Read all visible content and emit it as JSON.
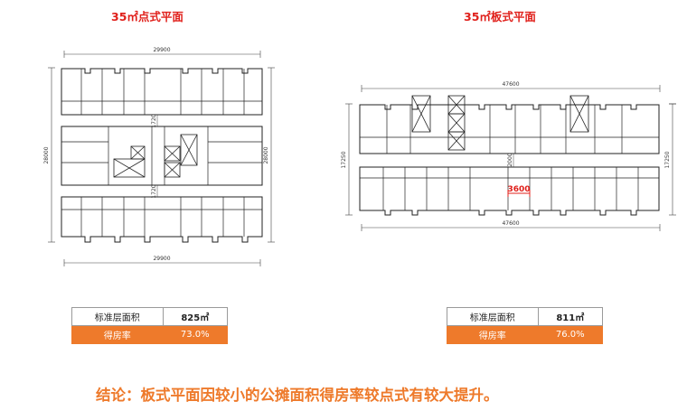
{
  "left": {
    "title": "35㎡点式平面",
    "dim_top": "29900",
    "dim_bottom": "29900",
    "dim_left": "28000",
    "dim_right": "28000",
    "dim_corridor_top": "1720",
    "dim_corridor_bottom": "1720",
    "stats": {
      "area_label": "标准层面积",
      "area_value": "825㎡",
      "ratio_label": "得房率",
      "ratio_value": "73.0%"
    }
  },
  "right": {
    "title": "35㎡板式平面",
    "dim_top": "47600",
    "dim_bottom": "47600",
    "dim_left": "17250",
    "dim_right": "17250",
    "dim_corridor": "2000",
    "highlight": "3600",
    "stats": {
      "area_label": "标准层面积",
      "area_value": "811㎡",
      "ratio_label": "得房率",
      "ratio_value": "76.0%"
    }
  },
  "conclusion": "结论：板式平面因较小的公摊面积得房率较点式有较大提升。",
  "colors": {
    "accent_red": "#e0201b",
    "accent_orange": "#ee7a2b"
  }
}
